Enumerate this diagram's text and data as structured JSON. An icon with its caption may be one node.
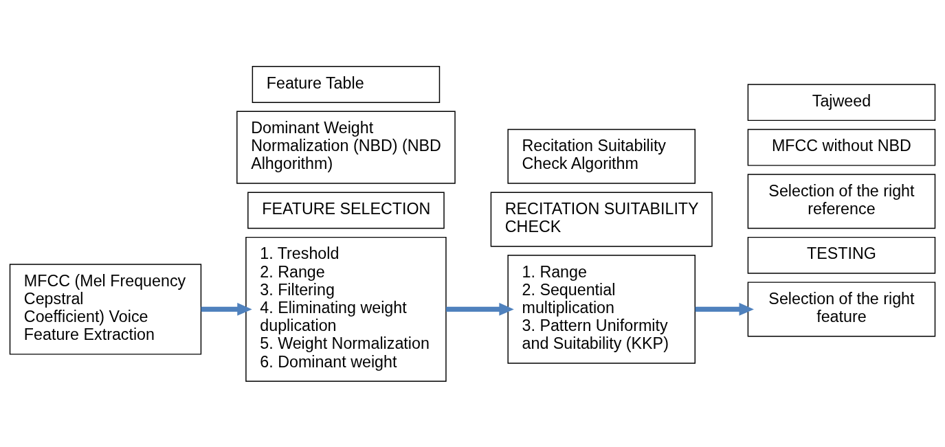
{
  "diagram": {
    "nodes": [
      {
        "text": [
          "MFCC (Mel Frequency Cepstral Coefficient) Voice Feature Extraction"
        ]
      },
      {
        "text": [
          "FEATURE SELECTION"
        ]
      },
      {
        "text": [
          "Dominant Weight Normalization (NBD) (NBD Alhgorithm)"
        ]
      },
      {
        "text": [
          "1. Treshold",
          "2. Range",
          "3. Filtering",
          "4. Eliminating weight duplication",
          "5. Weight Normalization",
          "6. Dominant weight"
        ]
      },
      {
        "text": [
          "Feature Table"
        ]
      },
      {
        "text": [
          "RECITATION SUITABILITY CHECK"
        ]
      },
      {
        "text": [
          "Recitation Suitability Check Algorithm"
        ]
      },
      {
        "text": [
          "1. Range",
          "2. Sequential multiplication",
          "3. Pattern Uniformity and Suitability (KKP)"
        ]
      },
      {
        "text": [
          "TESTING"
        ]
      },
      {
        "text": [
          "Selection of the right reference"
        ]
      },
      {
        "text": [
          "Selection of the right feature"
        ]
      },
      {
        "text": [
          "MFCC without NBD"
        ]
      },
      {
        "text": [
          "Tajweed"
        ]
      }
    ],
    "edges": [
      {
        "from": 0,
        "to": 3,
        "arrow": "to"
      },
      {
        "from": 3,
        "to": 7,
        "arrow": "to"
      },
      {
        "from": 7,
        "to": 10,
        "arrow": "to"
      }
    ]
  }
}
